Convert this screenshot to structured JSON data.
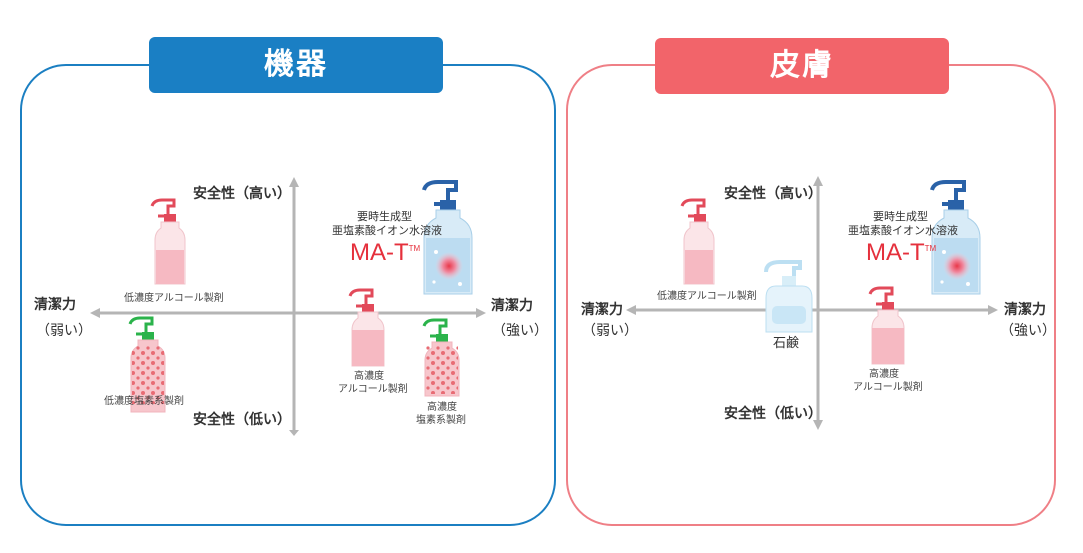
{
  "colors": {
    "blue": "#1a7fc4",
    "red": "#f2646a",
    "axis": "#b5b5b5",
    "mat_red": "#e5303c"
  },
  "left": {
    "title": "機器",
    "safety_high": "安全性（高い）",
    "safety_low": "安全性（低い）",
    "clean_left_1": "清潔力",
    "clean_left_2": "（弱い）",
    "clean_right_1": "清潔力",
    "clean_right_2": "（強い）",
    "mat_line1": "要時生成型",
    "mat_line2": "亜塩素酸イオン水溶液",
    "mat_name": "MA-T",
    "mat_tm": "TM",
    "low_alcohol": "低濃度アルコール製剤",
    "low_chlorine": "低濃度塩素系製剤",
    "high_alcohol_1": "高濃度",
    "high_alcohol_2": "アルコール製剤",
    "high_chlorine_1": "高濃度",
    "high_chlorine_2": "塩素系製剤"
  },
  "right": {
    "title": "皮膚",
    "safety_high": "安全性（高い）",
    "safety_low": "安全性（低い）",
    "clean_left_1": "清潔力",
    "clean_left_2": "（弱い）",
    "clean_right_1": "清潔力",
    "clean_right_2": "（強い）",
    "mat_line1": "要時生成型",
    "mat_line2": "亜塩素酸イオン水溶液",
    "mat_name": "MA-T",
    "mat_tm": "TM",
    "low_alcohol": "低濃度アルコール製剤",
    "soap": "石鹸",
    "high_alcohol_1": "高濃度",
    "high_alcohol_2": "アルコール製剤"
  }
}
